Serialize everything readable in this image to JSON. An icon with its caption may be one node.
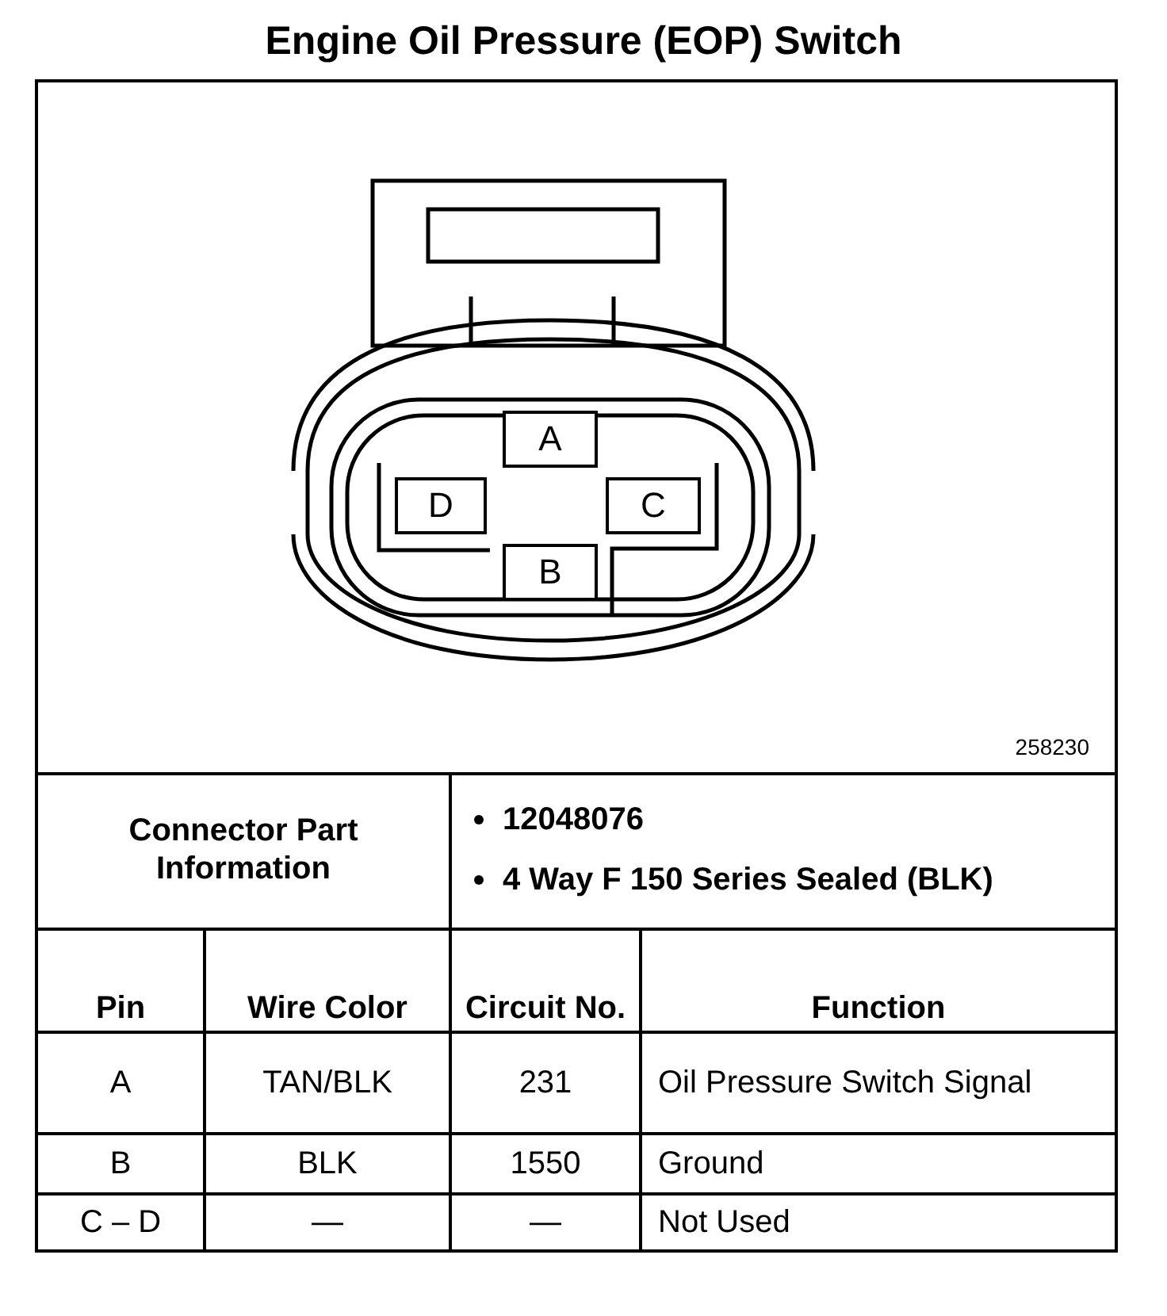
{
  "diagram": {
    "title": "Engine Oil Pressure (EOP) Switch",
    "nodes": [
      {
        "text": [
          "A"
        ]
      },
      {
        "text": [
          "D"
        ]
      },
      {
        "text": [
          "C"
        ]
      },
      {
        "text": [
          "B"
        ]
      }
    ],
    "labels": [
      "258230",
      "Connector Part Information",
      "12048076",
      "4 Way F 150 Series Sealed (BLK)",
      "Pin",
      "Wire Color",
      "Circuit No.",
      "Function",
      "A",
      "TAN/BLK",
      "231",
      "Oil Pressure Switch Signal",
      "B",
      "BLK",
      "1550",
      "Ground",
      "C – D",
      "—",
      "—",
      "Not Used"
    ]
  }
}
